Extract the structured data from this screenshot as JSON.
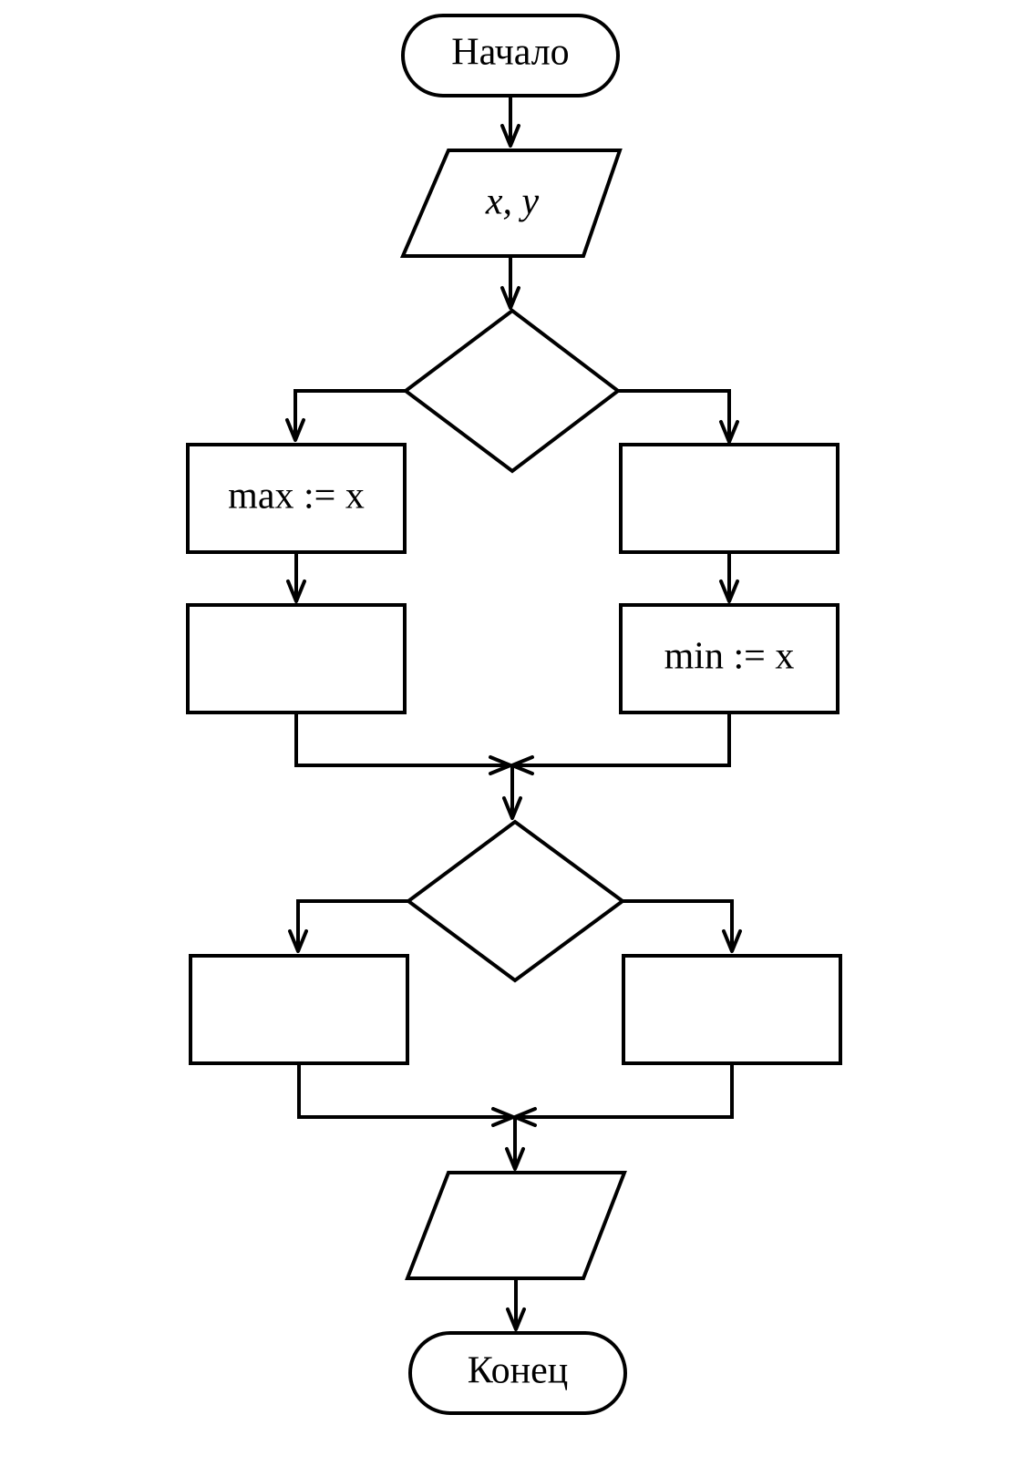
{
  "flowchart": {
    "start_label": "Начало",
    "input_label": "x, y",
    "left_top_label": "max := x",
    "right_bottom_label": "min := x",
    "end_label": "Конец",
    "empty_blocks": [
      "decision-1",
      "right-top-process",
      "left-bottom-process",
      "decision-2",
      "left-process-2",
      "right-process-2",
      "output"
    ]
  }
}
